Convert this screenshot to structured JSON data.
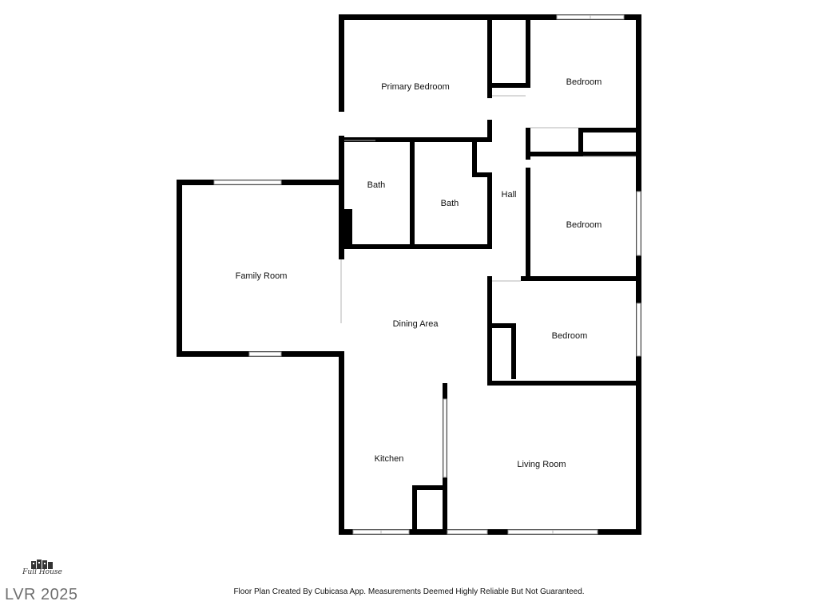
{
  "rooms": {
    "primary_bedroom": "Primary Bedroom",
    "bedroom_1": "Bedroom",
    "bedroom_2": "Bedroom",
    "bedroom_3": "Bedroom",
    "bath_1": "Bath",
    "bath_2": "Bath",
    "hall": "Hall",
    "family_room": "Family Room",
    "dining_area": "Dining Area",
    "kitchen": "Kitchen",
    "living_room": "Living Room"
  },
  "footer": {
    "watermark": "LVR 2025",
    "disclaimer": "Floor Plan Created By Cubicasa App. Measurements Deemed Highly Reliable But Not Guaranteed.",
    "logo_text": "Full House"
  },
  "colors": {
    "wall": "#000000",
    "background": "#ffffff",
    "watermark": "#6f6f6f"
  }
}
